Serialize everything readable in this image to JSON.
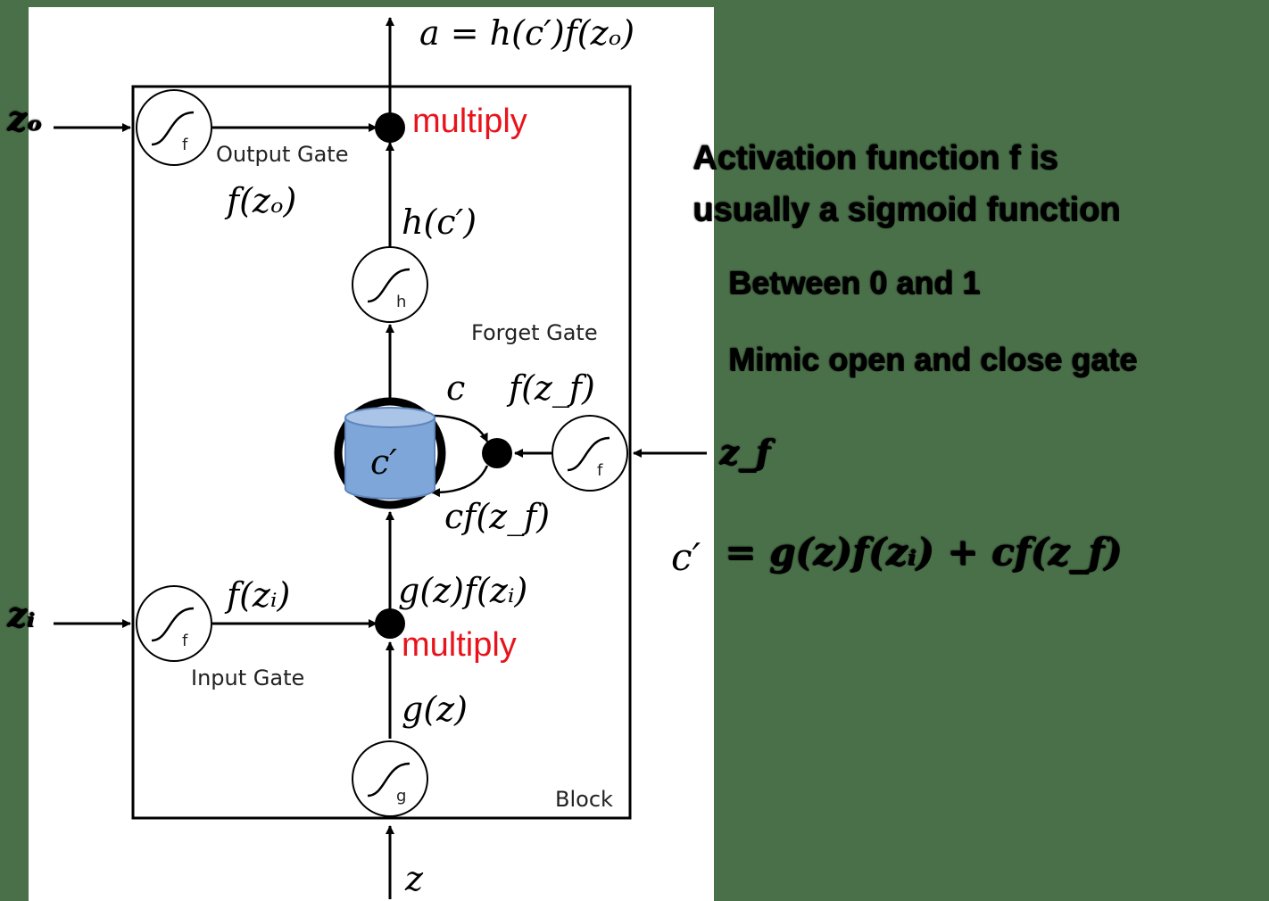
{
  "labels": {
    "output_formula": "a = h(c′)f(zₒ)",
    "multiply_top": "multiply",
    "multiply_bottom": "multiply",
    "output_gate": "Output Gate",
    "input_gate": "Input Gate",
    "forget_gate": "Forget Gate",
    "block": "Block",
    "z_o": "zₒ",
    "z_i": "zᵢ",
    "z_f": "z_f",
    "z": "z",
    "f_zo": "f(zₒ)",
    "h_c": "h(c′)",
    "c": "c",
    "f_zf": "f(z_f)",
    "c_prime": "c′",
    "cf_zf": "cf(z_f)",
    "f_zi": "f(zᵢ)",
    "gz_fzi": "g(z)f(zᵢ)",
    "g_z": "g(z)",
    "sub_f1": "f",
    "sub_h": "h",
    "sub_f2": "f",
    "sub_f3": "f",
    "sub_g": "g"
  },
  "notes": {
    "line1": "Activation function f is",
    "line2": "usually a sigmoid function",
    "bullet1": "Between 0 and 1",
    "bullet2": "Mimic open and close gate",
    "formula_lhs": "c′",
    "formula_rhs": "= g(z)f(zᵢ) + cf(z_f)"
  },
  "colors": {
    "background": "#4a7049",
    "panel": "#ffffff",
    "cell": "#7ea6d8",
    "accent_red": "#e8141c"
  }
}
